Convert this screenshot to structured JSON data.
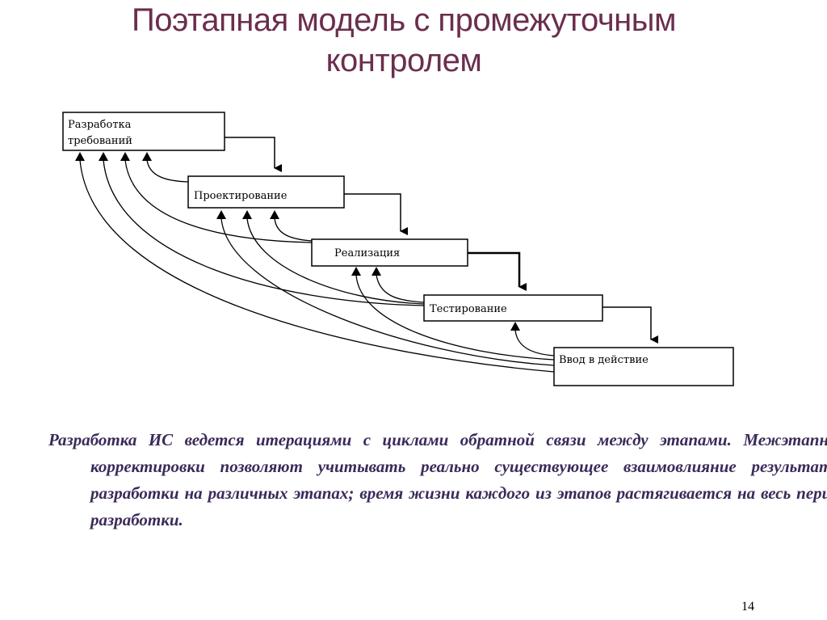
{
  "title": {
    "line1": "Поэтапная модель с промежуточным",
    "line2": "контролем"
  },
  "diagram": {
    "stages": [
      {
        "line1": "Разработка",
        "line2": "требований"
      },
      {
        "line1": "Проектирование",
        "line2": ""
      },
      {
        "line1": "Реализация",
        "line2": ""
      },
      {
        "line1": "Тестирование",
        "line2": ""
      },
      {
        "line1": "Ввод в действие",
        "line2": ""
      }
    ]
  },
  "description": "Разработка ИС  ведется итерациями с циклами обратной связи между этапами. Межэтапные корректировки позволяют учитывать реально существующее взаимовлияние результатов разработки на различных этапах; время жизни каждого из этапов растягивается на весь период разработки.",
  "page_number": "14",
  "colors": {
    "title": "#6b2e4e",
    "text": "#3b2a5a"
  }
}
